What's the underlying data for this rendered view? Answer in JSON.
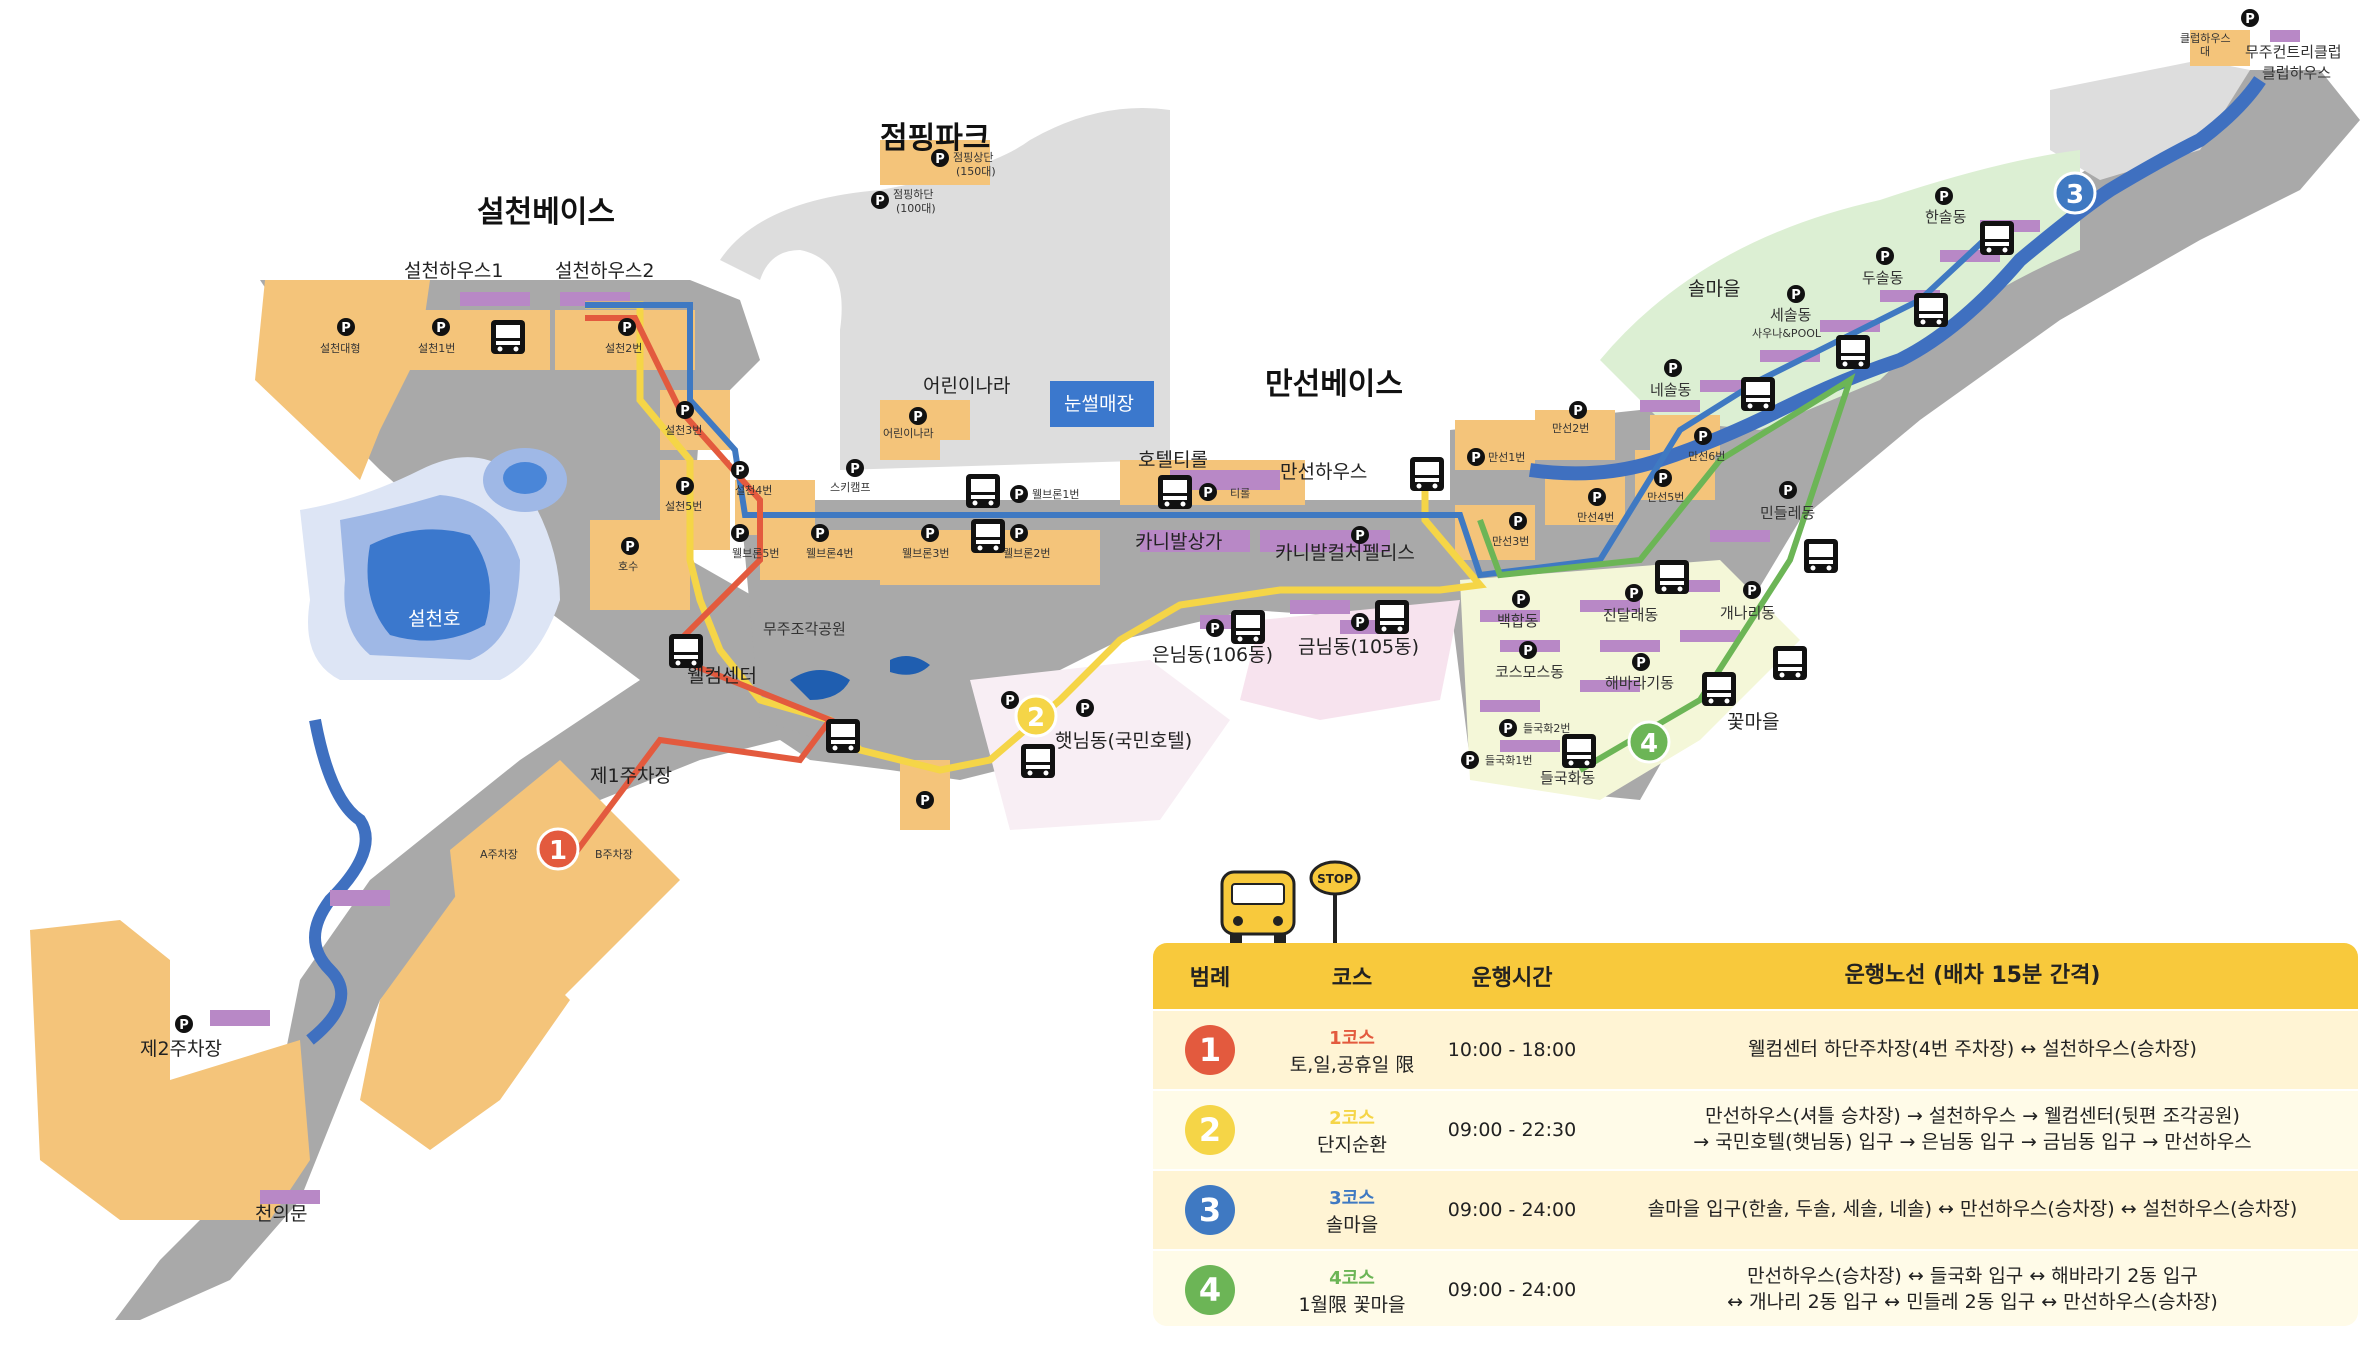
{
  "bases": {
    "seolcheon": "설천베이스",
    "jumping": "점핑파크",
    "manseon": "만선베이스"
  },
  "places": {
    "house1": "설천하우스1",
    "house2": "설천하우스2",
    "kids": "어린이나라",
    "snow": "눈썰매장",
    "hotel_tirol": "호텔티롤",
    "manseon_house": "만선하우스",
    "carnival": "카니발상가",
    "carnival_palace": "카니발컬처펠리스",
    "lake": "설천호",
    "sculpture": "무주조각공원",
    "welcome": "웰컴센터",
    "eunnim": "은님동(106동)",
    "geumnim": "금님동(105동)",
    "haetnim": "햇님동(국민호텔)",
    "lot1": "제1주차장",
    "lot_a": "A주차장",
    "lot_b": "B주차장",
    "lot2": "제2주차장",
    "cheonui": "천의문",
    "solmaeul": "솔마을",
    "hansol": "한솔동",
    "dusol": "두솔동",
    "sesol": "세솔동",
    "sauna": "사우나&POOL",
    "nesol": "네솔동",
    "mindle": "민들레동",
    "baekhap": "백합동",
    "jindallae": "진달래동",
    "gaenari": "개나리동",
    "cosmos": "코스모스동",
    "haebaragi": "해바라기동",
    "kkotmaeul": "꽃마을",
    "deulgukhwa": "들국화동",
    "country": "무주컨트리클럽",
    "clubhouse": "클럽하우스"
  },
  "parking": {
    "seolcheon_daehyeong": "설천대형",
    "seolcheon1": "설천1번",
    "seolcheon2": "설천2번",
    "seolcheon3": "설천3번",
    "seolcheon4": "설천4번",
    "seolcheon5": "설천5번",
    "hosu": "호수",
    "ski_camp": "스키캠프",
    "jumping_top": "점핑상단\n(150대)",
    "jumping_top_a": "점핑상단",
    "jumping_top_b": "(150대)",
    "jumping_bottom_a": "점핑하단",
    "jumping_bottom_b": "(100대)",
    "kids_p": "어린이나라",
    "wel1": "웰브론1번",
    "wel2": "웰브론2번",
    "wel3": "웰브론3번",
    "wel4": "웰브론4번",
    "wel5": "웰브론5번",
    "tirol": "티롤",
    "manseon1": "만선1번",
    "manseon2": "만선2번",
    "manseon3": "만선3번",
    "manseon4": "만선4번",
    "manseon5": "만선5번",
    "manseon6": "만선6번",
    "gukhwa1": "들국화1번",
    "gukhwa2": "들국화2번",
    "club": "클럽하우스\n대",
    "club_a": "클럽하우스",
    "club_b": "대"
  },
  "markers": {
    "c1": "1",
    "c2": "2",
    "c3": "3",
    "c4": "4",
    "stop": "STOP"
  },
  "colors": {
    "course1": "#e35a3e",
    "course2": "#f5d547",
    "course3": "#3f79c2",
    "course4": "#6cb556",
    "road": "#a8a8a8",
    "parking": "#f4c47a",
    "building": "#b888c6",
    "green": "#dcefd3",
    "header": "#f8c93c"
  },
  "legend": {
    "headers": [
      "범례",
      "코스",
      "운행시간",
      "운행노선 (배차 15분 간격)"
    ],
    "rows": [
      {
        "num": "1",
        "color": "#e35a3e",
        "course": "1코스",
        "days": "토,일,공휴일 限",
        "time": "10:00 - 18:00",
        "route": [
          "웰컴센터 하단주차장(4번 주차장) ↔ 설천하우스(승차장)"
        ]
      },
      {
        "num": "2",
        "color": "#f5d547",
        "course": "2코스",
        "days": "단지순환",
        "time": "09:00 - 22:30",
        "route": [
          "만선하우스(셔틀 승차장) → 설천하우스 → 웰컴센터(뒷편 조각공원)",
          "→ 국민호텔(햇님동) 입구 → 은님동 입구 → 금님동 입구 → 만선하우스"
        ]
      },
      {
        "num": "3",
        "color": "#3f79c2",
        "course": "3코스",
        "days": "솔마을",
        "time": "09:00 - 24:00",
        "route": [
          "솔마을 입구(한솔, 두솔, 세솔, 네솔)  ↔ 만선하우스(승차장) ↔ 설천하우스(승차장)"
        ]
      },
      {
        "num": "4",
        "color": "#6cb556",
        "course": "4코스",
        "days": "1월限 꽃마을",
        "time": "09:00 - 24:00",
        "route": [
          "만선하우스(승차장) ↔ 들국화 입구 ↔ 해바라기 2동 입구",
          "↔ 개나리 2동 입구 ↔ 민들레 2동 입구 ↔ 만선하우스(승차장)"
        ]
      }
    ]
  }
}
